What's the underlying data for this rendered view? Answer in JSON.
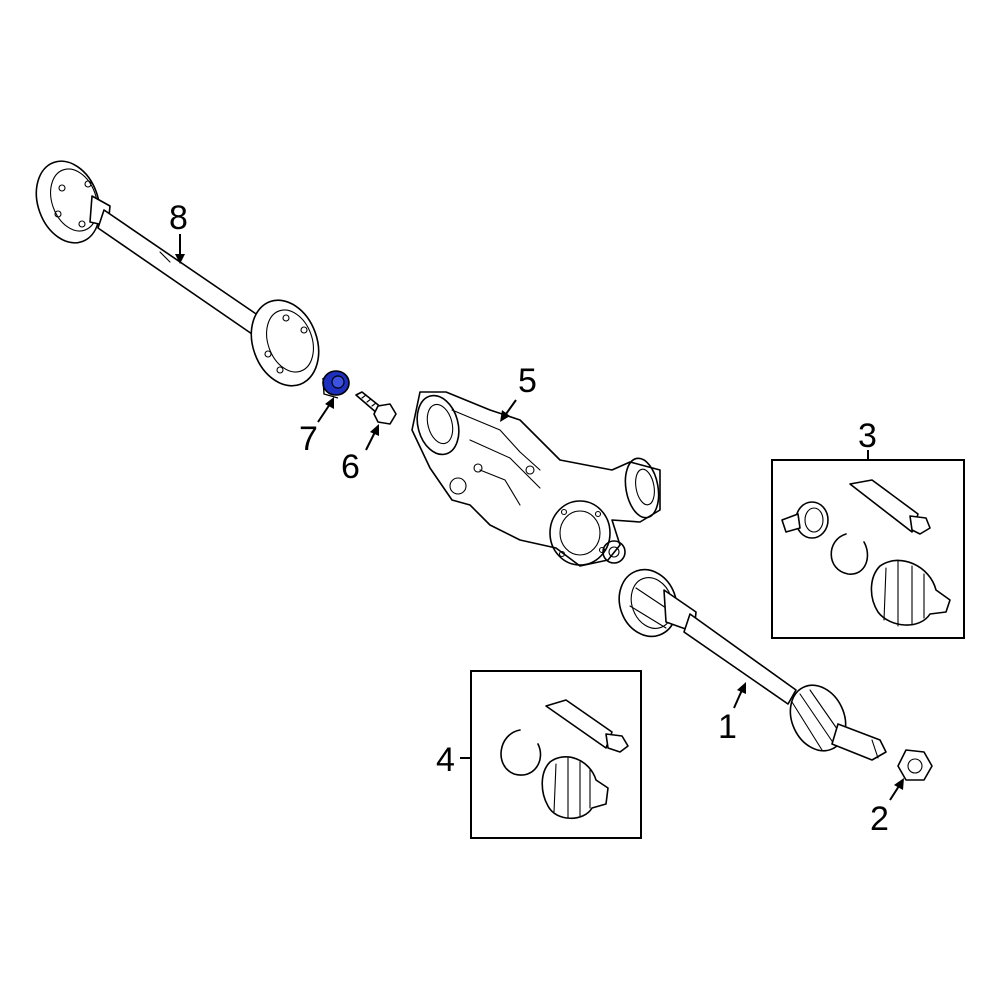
{
  "callouts": {
    "c1": "1",
    "c2": "2",
    "c3": "3",
    "c4": "4",
    "c5": "5",
    "c6": "6",
    "c7": "7",
    "c8": "8"
  },
  "colors": {
    "highlight": "#1c2fbf",
    "line": "#000000",
    "background": "#ffffff"
  }
}
